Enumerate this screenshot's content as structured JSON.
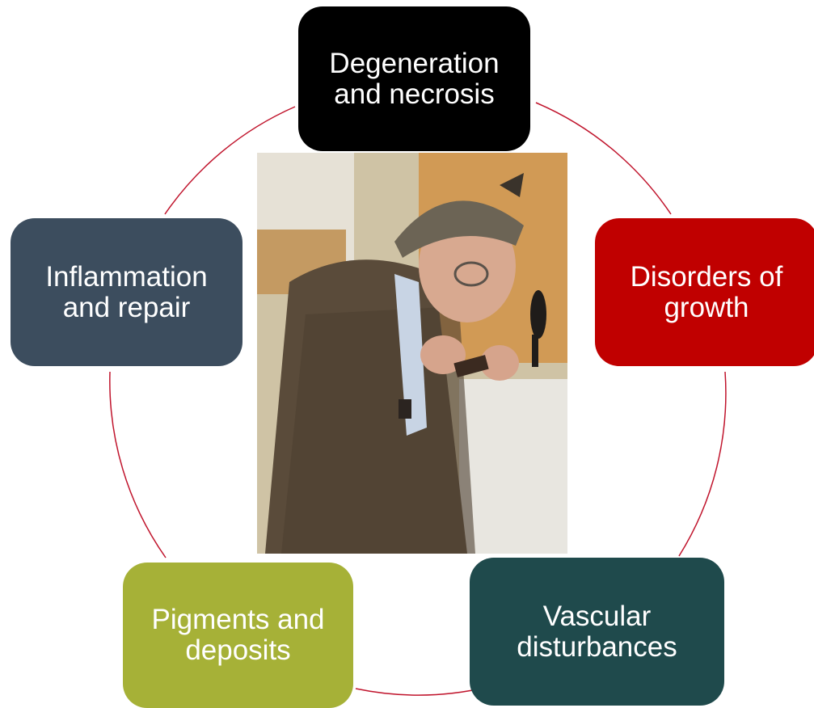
{
  "diagram": {
    "ring_color": "#c0142c",
    "nodes": [
      {
        "id": "degeneration",
        "line1": "Degeneration",
        "line2": "and necrosis",
        "color": "#000000"
      },
      {
        "id": "disorders",
        "line1": "Disorders of",
        "line2": "growth",
        "color": "#c00000"
      },
      {
        "id": "vascular",
        "line1": "Vascular",
        "line2": "disturbances",
        "color": "#1f4a4c"
      },
      {
        "id": "pigments",
        "line1": "Pigments and",
        "line2": "deposits",
        "color": "#a6b137"
      },
      {
        "id": "inflammation",
        "line1": "Inflammation",
        "line2": "and repair",
        "color": "#3c4d5e"
      }
    ]
  },
  "photo": {
    "subject": "man-in-deerstalker-hat-with-magnifying-glass"
  }
}
